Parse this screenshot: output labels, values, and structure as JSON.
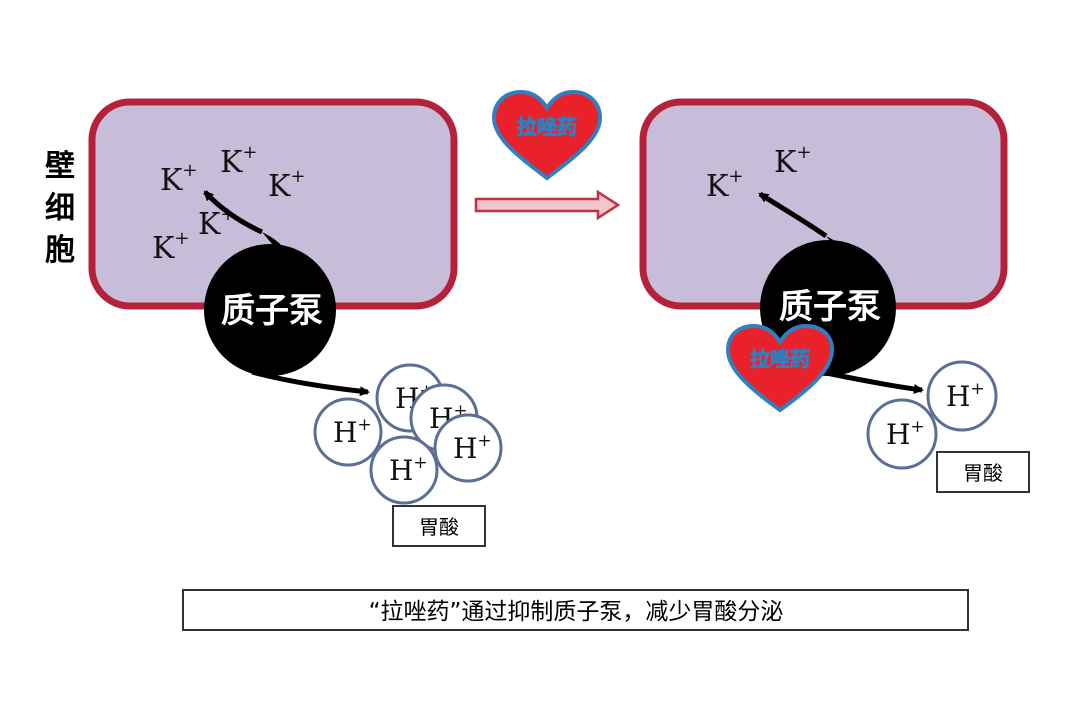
{
  "side_label": [
    "壁",
    "细",
    "胞"
  ],
  "drug_label": "拉唑药",
  "pump_label": "质子泵",
  "potassium_ion": "K",
  "hydrogen_ion": "H",
  "ion_charge": "+",
  "acid_label": "胃酸",
  "caption": "“拉唑药”通过抑制质子泵，减少胃酸分泌",
  "colors": {
    "cell_fill": "#c7bdd8",
    "cell_border": "#b5213a",
    "heart_fill": "#e8212b",
    "heart_border": "#2f7fc1",
    "pump": "#000000",
    "ion_border": "#5a6f93",
    "arrow_fill": "#f2c6cc",
    "arrow_border": "#c0303f"
  }
}
